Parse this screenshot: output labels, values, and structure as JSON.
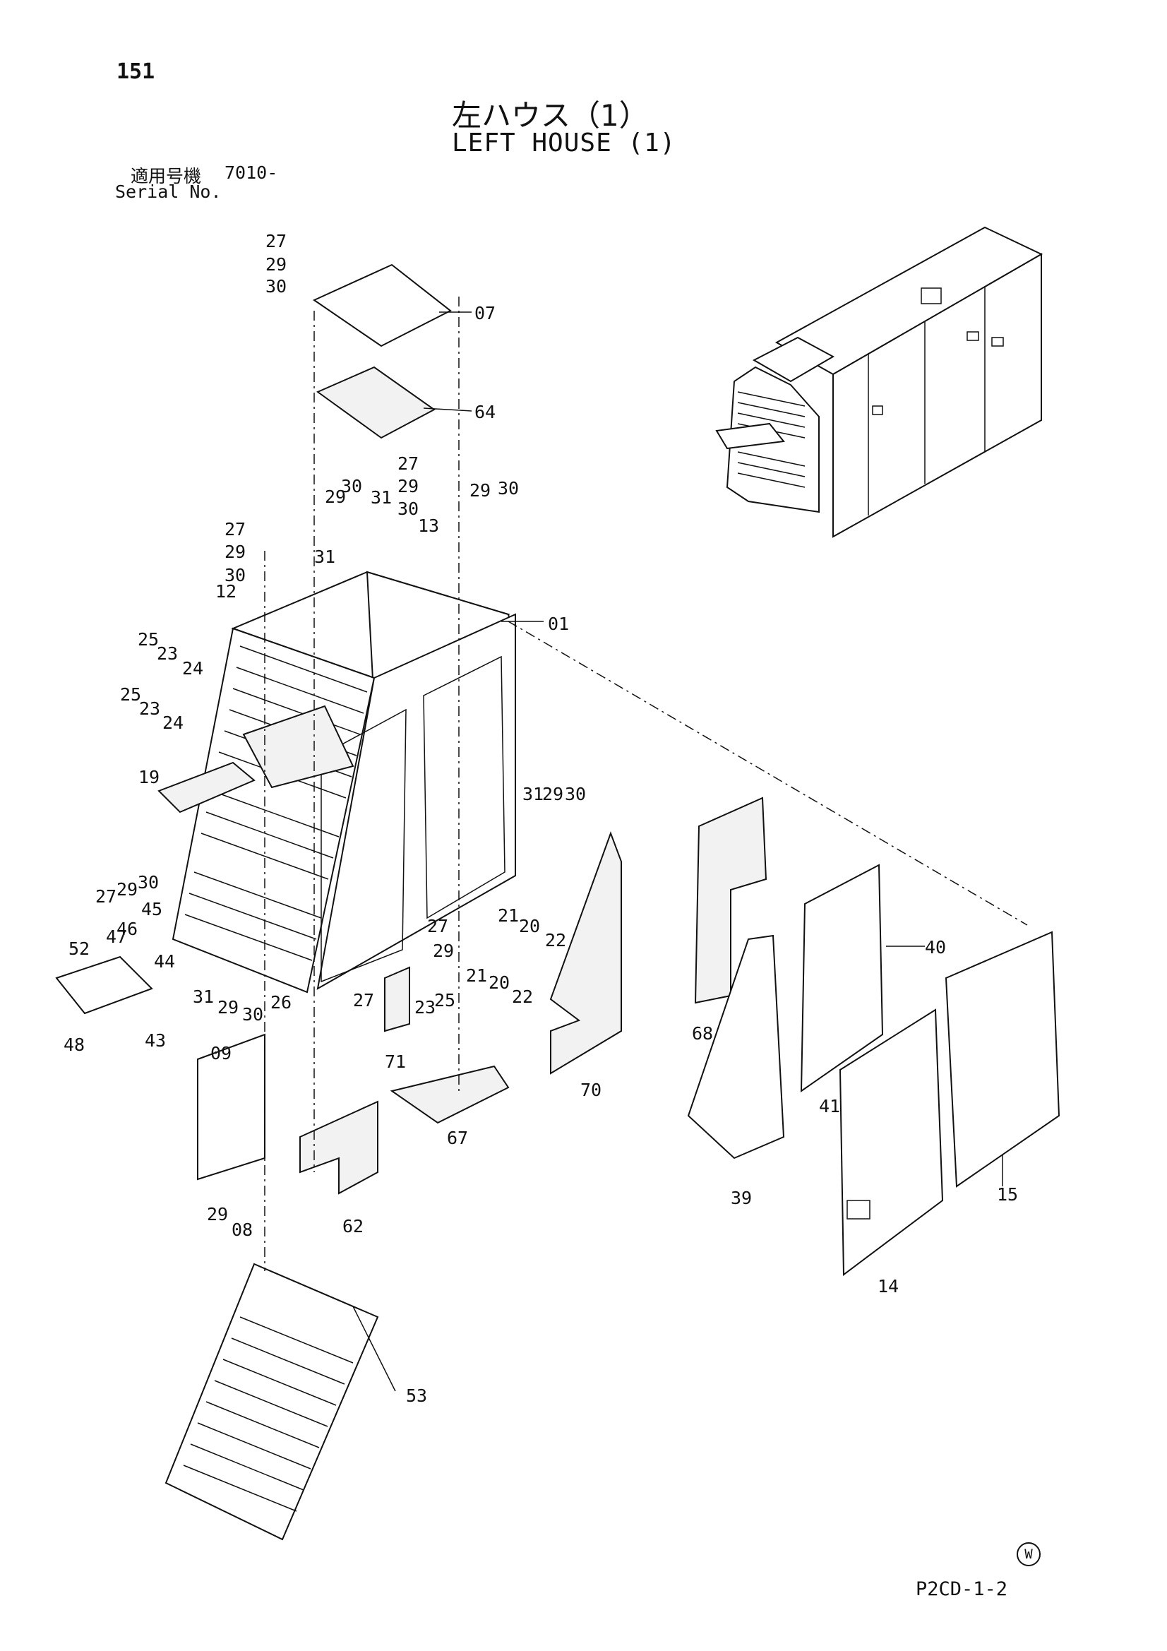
{
  "page": {
    "number": "151",
    "title_jp": "左ハウス（1）",
    "title_en": "LEFT HOUSE (1)",
    "serial_label_jp": "適用号機",
    "serial_value": "7010-",
    "serial_label_en": "Serial No.",
    "drawing_code": "P2CD-1-2",
    "mark": "W"
  },
  "callouts": [
    "27",
    "29",
    "30",
    "07",
    "64",
    "27",
    "29",
    "30",
    "13",
    "29",
    "30",
    "31",
    "29",
    "30",
    "27",
    "29",
    "30",
    "12",
    "31",
    "01",
    "25",
    "23",
    "24",
    "25",
    "23",
    "24",
    "19",
    "31",
    "29",
    "30",
    "27",
    "29",
    "30",
    "46",
    "45",
    "47",
    "44",
    "52",
    "21",
    "20",
    "22",
    "27",
    "29",
    "21",
    "20",
    "22",
    "31",
    "29",
    "30",
    "26",
    "23",
    "25",
    "27",
    "48",
    "43",
    "09",
    "71",
    "70",
    "68",
    "40",
    "41",
    "39",
    "15",
    "14",
    "67",
    "62",
    "29",
    "08",
    "53"
  ]
}
